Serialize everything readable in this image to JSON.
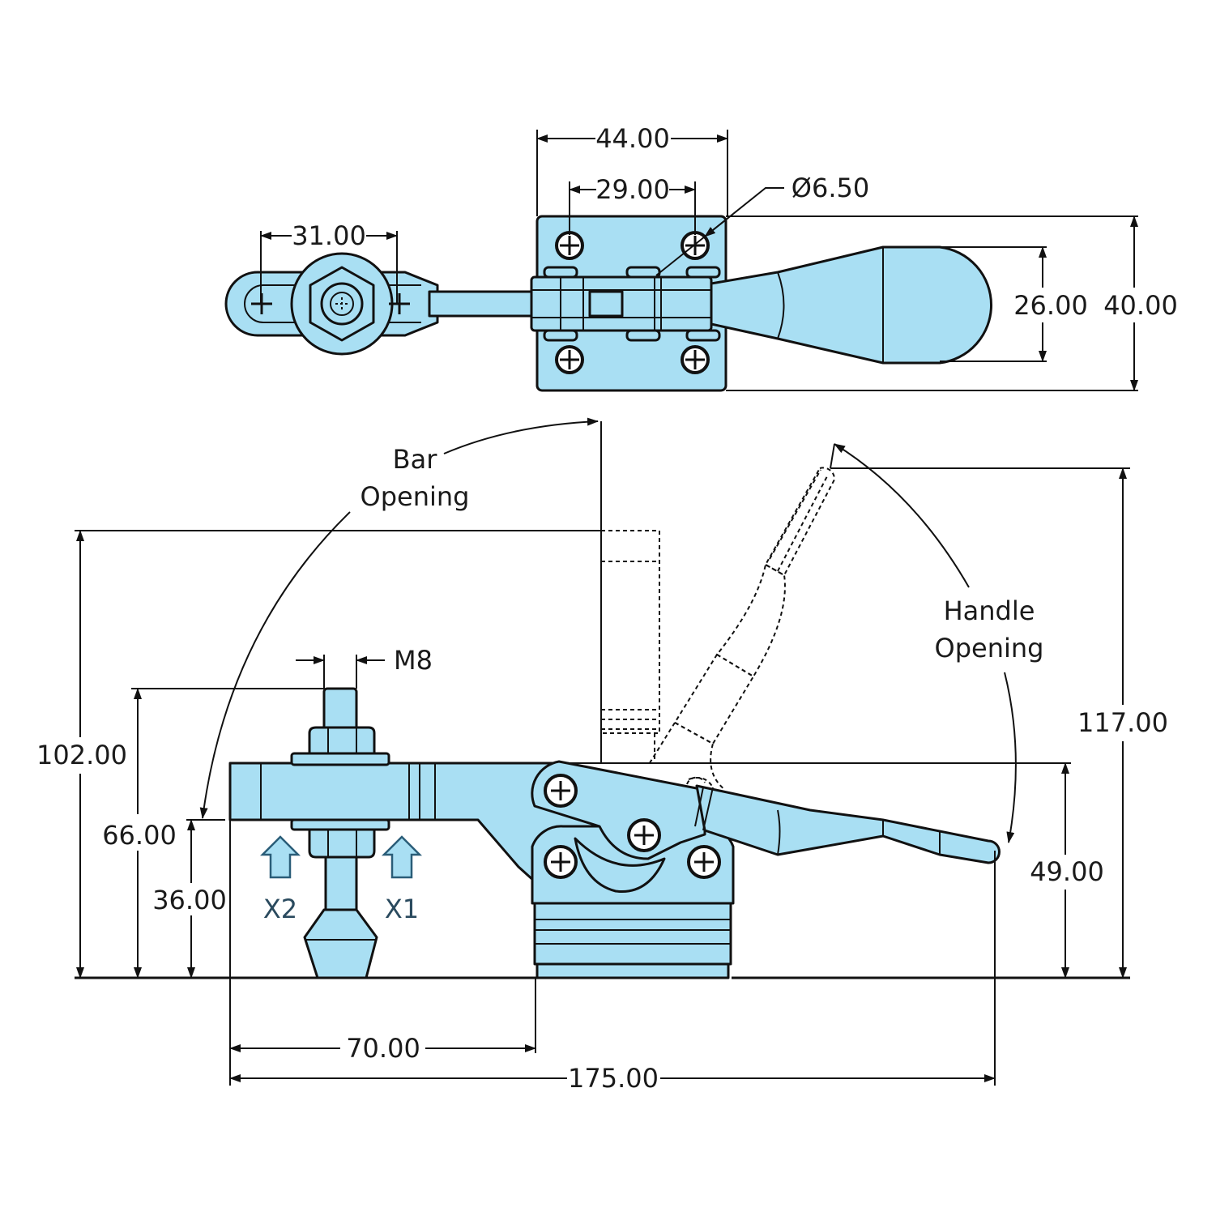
{
  "top_view": {
    "width_outer": "44.00",
    "hole_spacing": "29.00",
    "hole_diameter": "Ø6.50",
    "spindle_slot": "31.00",
    "handle_width": "26.00",
    "base_depth": "40.00"
  },
  "side_view": {
    "bar_opening_label": [
      "Bar",
      "Opening"
    ],
    "handle_opening_label": [
      "Handle",
      "Opening"
    ],
    "thread": "M8",
    "overall_height_open_bar": "102.00",
    "height_spindle_top": "66.00",
    "height_bar_bottom": "36.00",
    "handle_height_open": "117.00",
    "handle_height_closed": "49.00",
    "spindle_offset": "70.00",
    "overall_length": "175.00",
    "force_x2": "X2",
    "force_x1": "X1"
  },
  "colors": {
    "part_fill": "#a9dff3",
    "outline": "#111111",
    "force_arrow_stroke": "#2a5d78"
  }
}
